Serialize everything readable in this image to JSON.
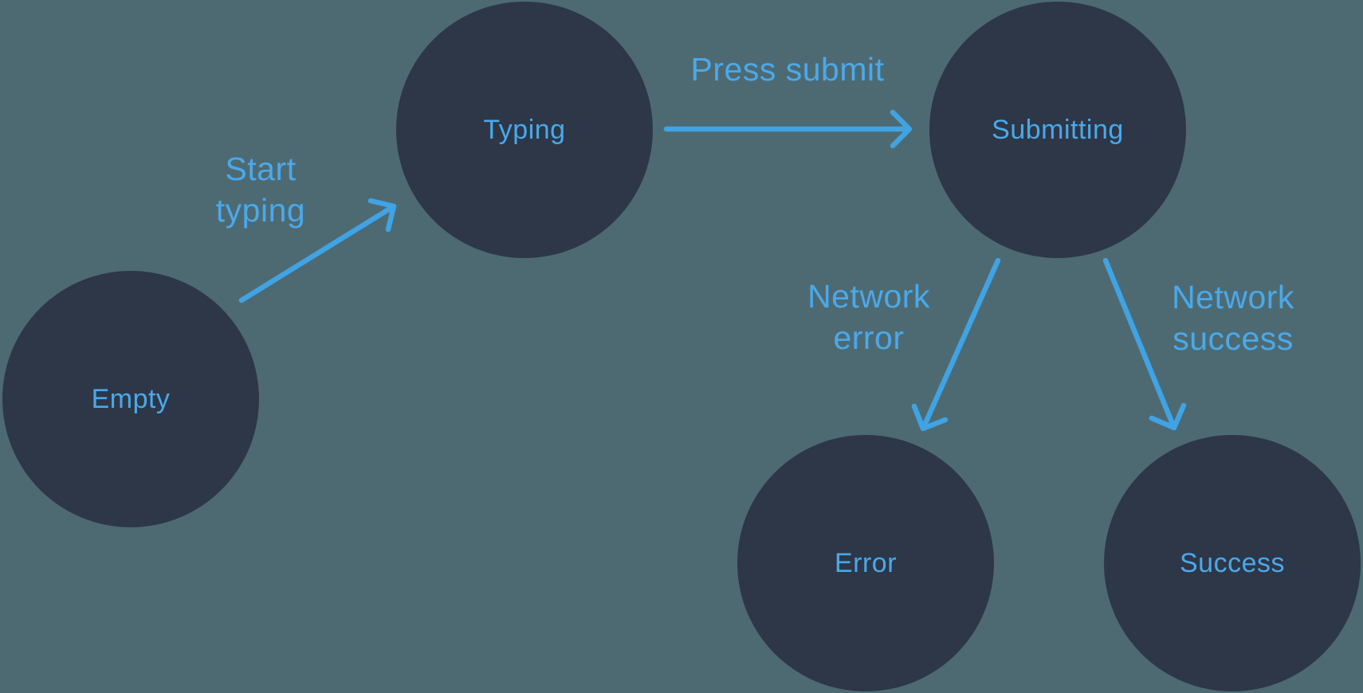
{
  "diagram": {
    "title": "form-states-state-machine",
    "type": "state-diagram"
  },
  "colors": {
    "background": "#4d6a73",
    "node_fill": "#2d3748",
    "arrow": "#3fa3e4",
    "label_text": "#4aa9ea"
  },
  "nodes": [
    {
      "id": "empty",
      "label": "Empty"
    },
    {
      "id": "typing",
      "label": "Typing"
    },
    {
      "id": "submitting",
      "label": "Submitting"
    },
    {
      "id": "error",
      "label": "Error"
    },
    {
      "id": "success",
      "label": "Success"
    }
  ],
  "edges": [
    {
      "from": "empty",
      "to": "typing",
      "label": "Start typing",
      "line1": "Start",
      "line2": "typing"
    },
    {
      "from": "typing",
      "to": "submitting",
      "label": "Press submit",
      "line1": "Press submit",
      "line2": ""
    },
    {
      "from": "submitting",
      "to": "error",
      "label": "Network error",
      "line1": "Network",
      "line2": "error"
    },
    {
      "from": "submitting",
      "to": "success",
      "label": "Network success",
      "line1": "Network",
      "line2": "success"
    }
  ]
}
